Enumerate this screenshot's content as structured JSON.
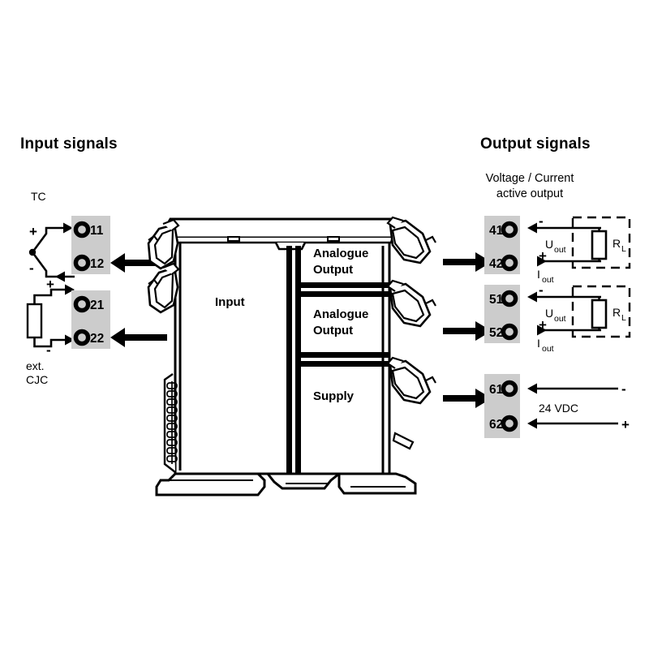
{
  "headers": {
    "input": "Input signals",
    "output": "Output signals"
  },
  "input_section": {
    "tc_label": "TC",
    "cjc_label_line1": "ext.",
    "cjc_label_line2": "CJC",
    "plus": "+",
    "minus": "-",
    "pads": [
      {
        "id": "pad-tc",
        "terminals": [
          "11",
          "12"
        ]
      },
      {
        "id": "pad-cjc",
        "terminals": [
          "21",
          "22"
        ]
      }
    ]
  },
  "device": {
    "blocks": [
      {
        "name": "input",
        "label": "Input"
      },
      {
        "name": "analogue-output-1",
        "label_line1": "Analogue",
        "label_line2": "Output"
      },
      {
        "name": "analogue-output-2",
        "label_line1": "Analogue",
        "label_line2": "Output"
      },
      {
        "name": "supply",
        "label": "Supply"
      }
    ]
  },
  "output_section": {
    "subtitle_line1": "Voltage / Current",
    "subtitle_line2": "active output",
    "supply_label": "24 VDC",
    "plus": "+",
    "minus": "-",
    "u_out_main": "U",
    "u_out_sub": "out",
    "i_out_main": "I",
    "i_out_sub": "out",
    "rl_main": "R",
    "rl_sub": "L",
    "pads": [
      {
        "id": "pad-ao1",
        "terminals": [
          "41",
          "42"
        ]
      },
      {
        "id": "pad-ao2",
        "terminals": [
          "51",
          "52"
        ]
      },
      {
        "id": "pad-supply",
        "terminals": [
          "61",
          "62"
        ]
      }
    ]
  },
  "colors": {
    "pad_fill": "#cccccc",
    "line": "#000000",
    "background": "#ffffff"
  }
}
